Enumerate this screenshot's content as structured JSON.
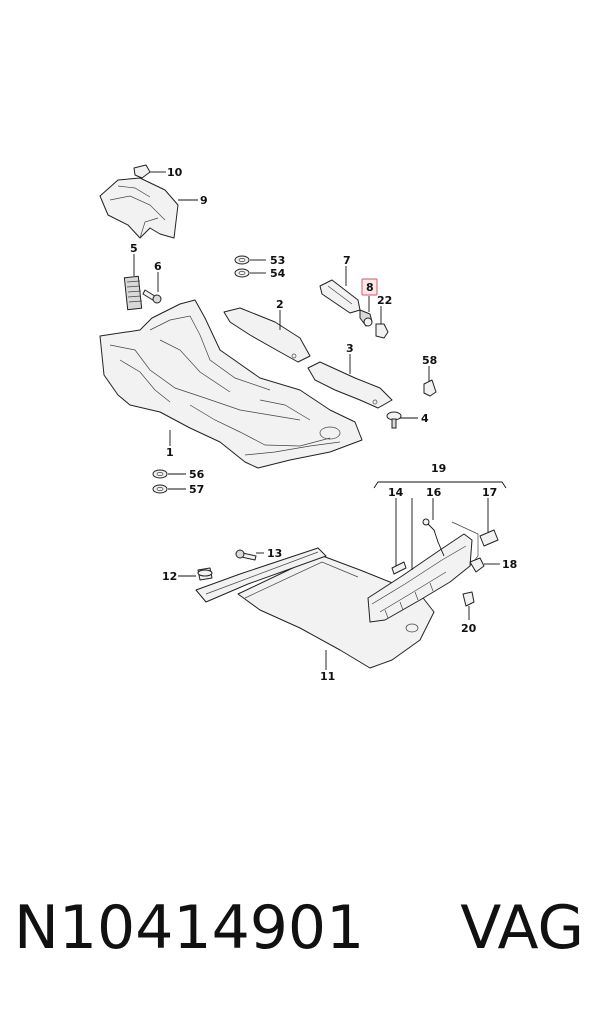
{
  "callouts": {
    "c1": "1",
    "c2": "2",
    "c3": "3",
    "c4": "4",
    "c5": "5",
    "c6": "6",
    "c7": "7",
    "c8": "8",
    "c9": "9",
    "c10": "10",
    "c11": "11",
    "c12": "12",
    "c13": "13",
    "c14": "14",
    "c16": "16",
    "c17": "17",
    "c18": "18",
    "c19": "19",
    "c20": "20",
    "c22": "22",
    "c53": "53",
    "c54": "54",
    "c56": "56",
    "c57": "57",
    "c58": "58"
  },
  "highlighted_callout": "8",
  "highlight_color": "#e0707e",
  "footer": {
    "part_number": "N10414901",
    "brand": "VAG"
  }
}
